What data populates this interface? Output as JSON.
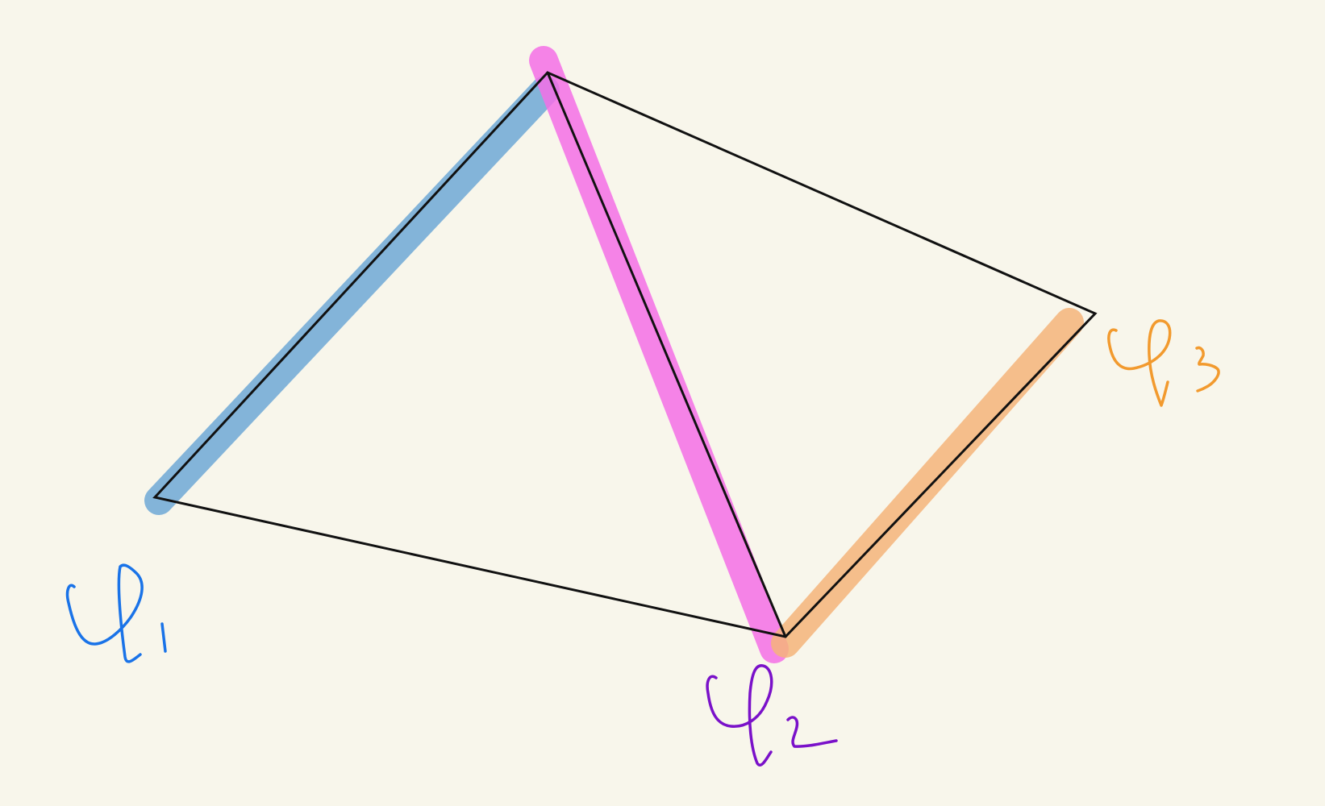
{
  "colors": {
    "background": "#f8f6eb",
    "edge": "#111111",
    "phi1": "#1a73e8",
    "phi2": "#7a11c9",
    "phi3": "#f29a2e",
    "highlight_blue": "#6fa8d6",
    "highlight_pink": "#f46fe6",
    "highlight_orange": "#f5b47a"
  },
  "labels": {
    "phi1": "φ₁",
    "phi2": "φ₂",
    "phi3": "φ₃"
  }
}
